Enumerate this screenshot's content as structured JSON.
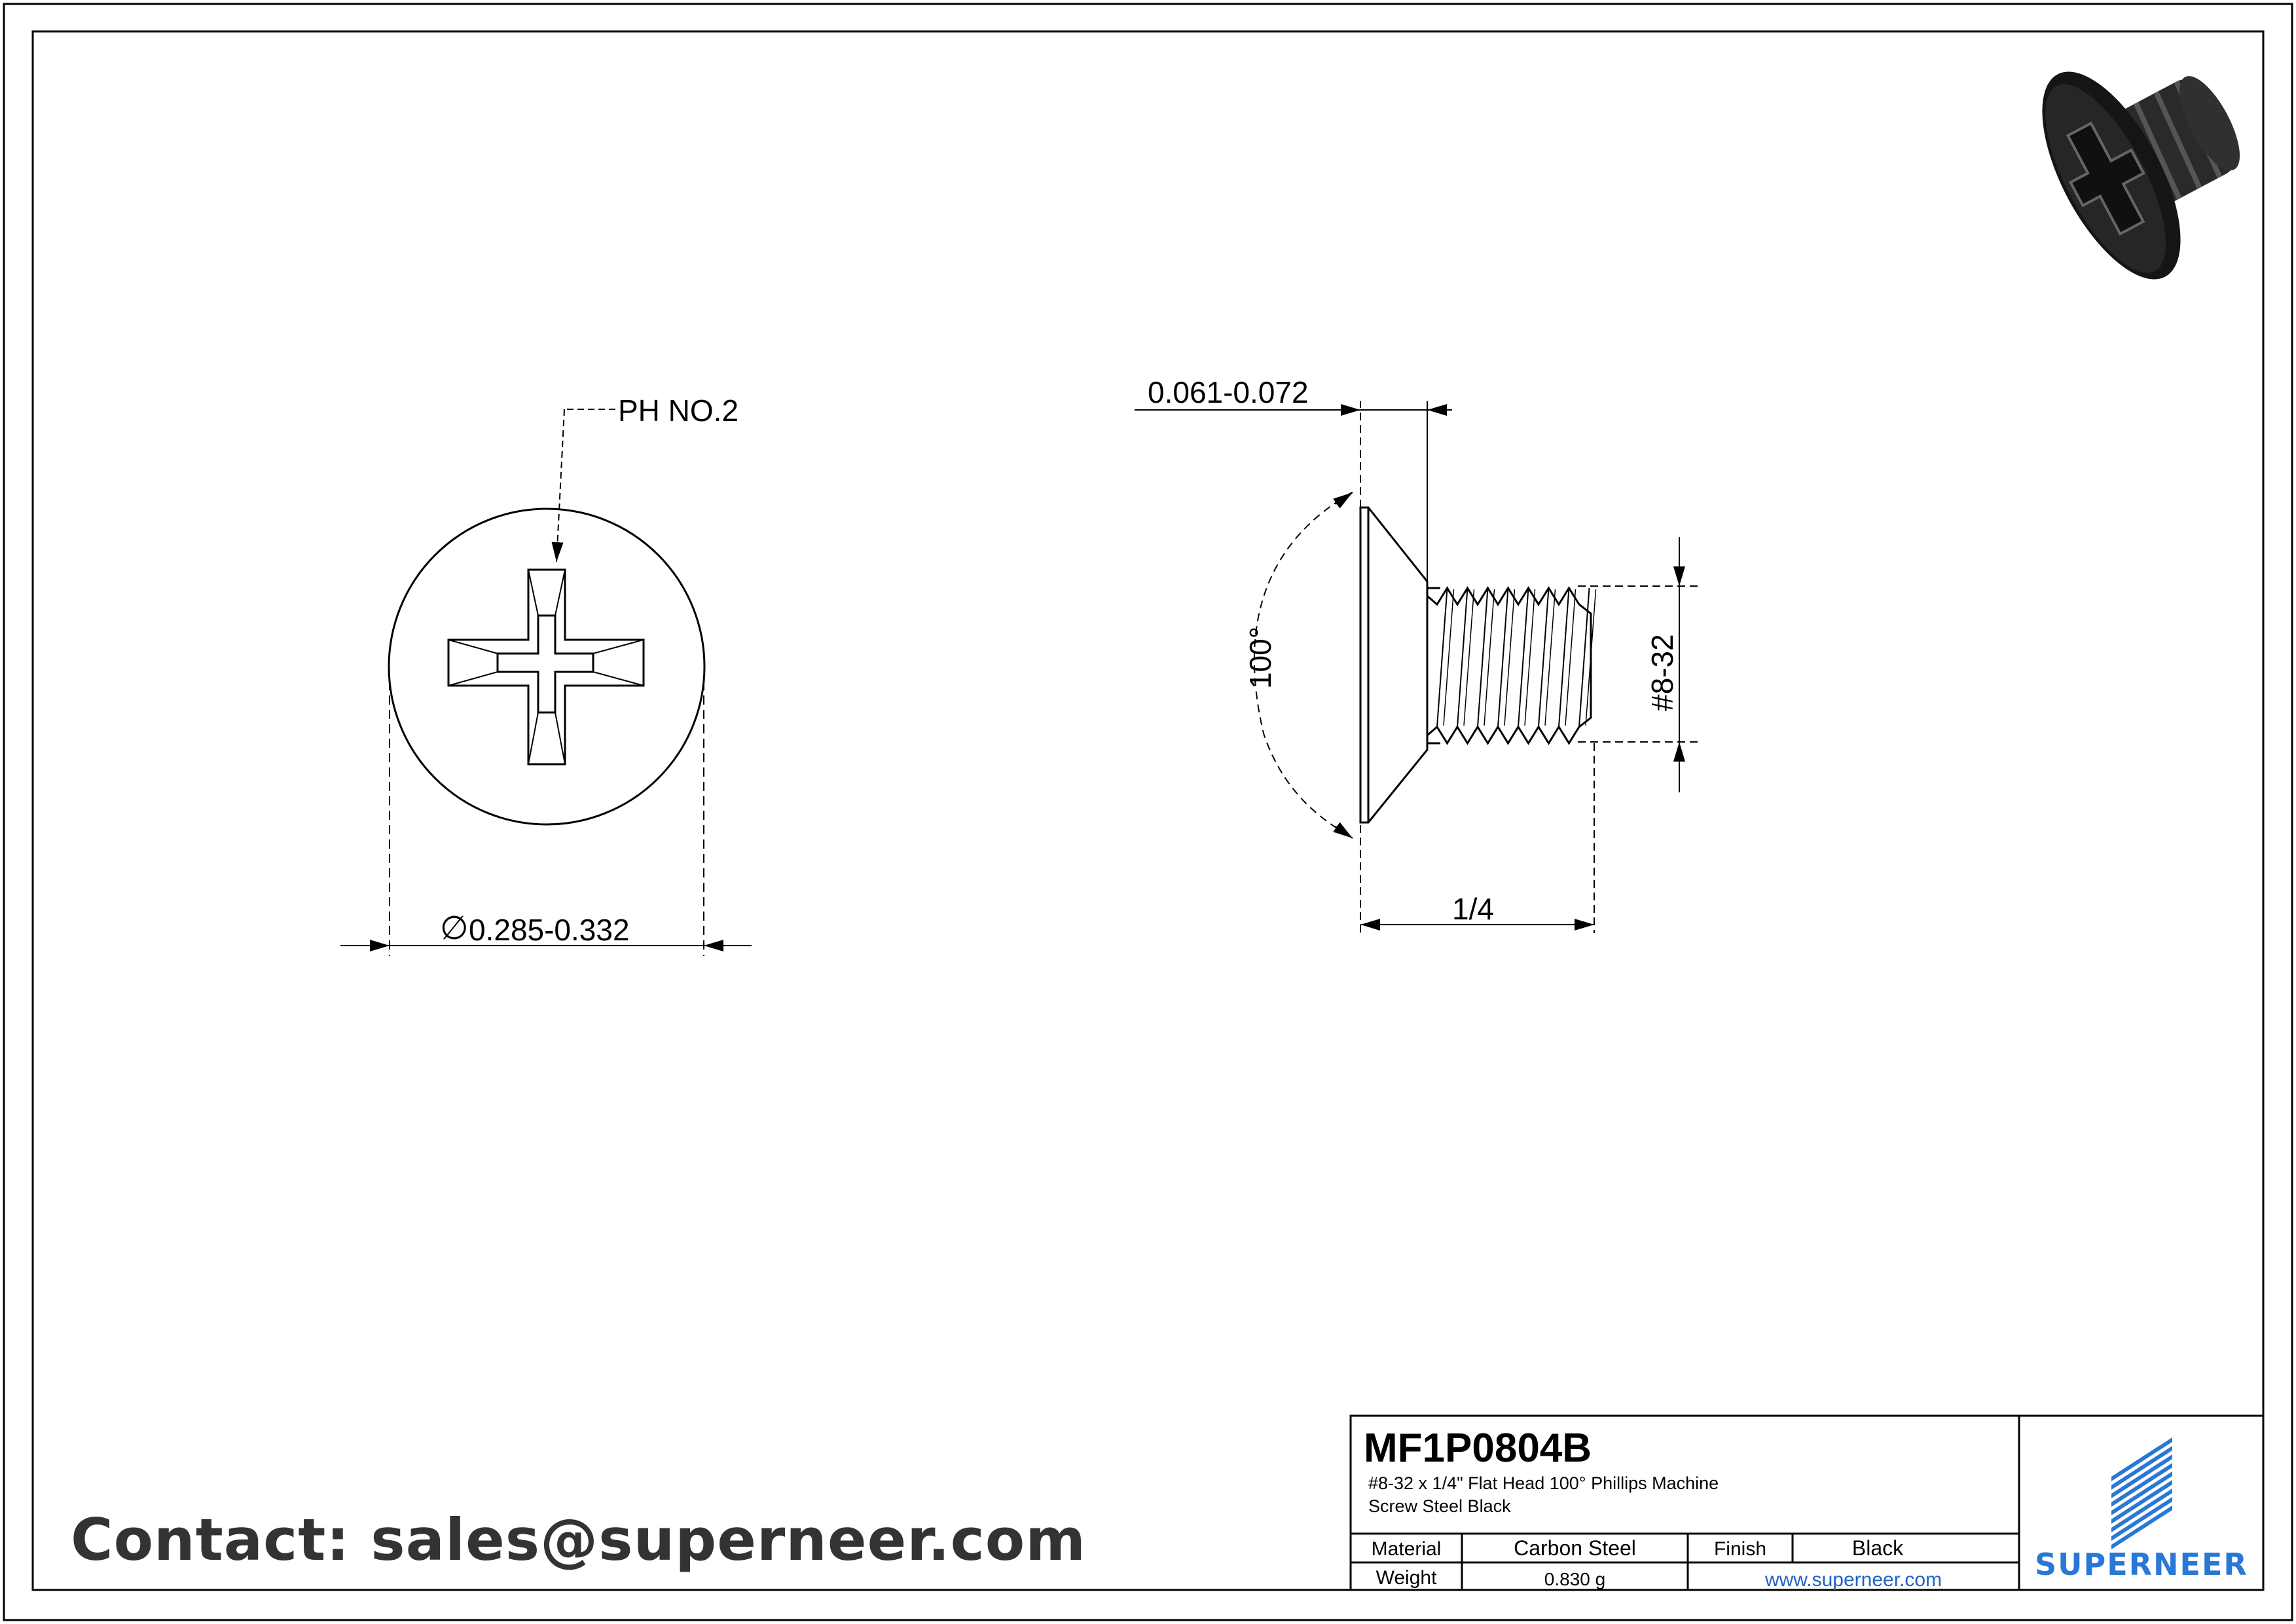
{
  "drawing": {
    "head_view": {
      "drive_label": "PH NO.2",
      "diameter_symbol": "∅",
      "diameter_label": "0.285-0.332"
    },
    "side_view": {
      "head_height_label": "0.061-0.072",
      "angle_label": "100°",
      "thread_label": "#8-32",
      "length_label": "1/4"
    }
  },
  "contact": {
    "text": "Contact: sales@superneer.com"
  },
  "title_block": {
    "part_number": "MF1P0804B",
    "description_line1": "#8-32 x 1/4\" Flat Head 100° Phillips Machine",
    "description_line2": "Screw Steel Black",
    "material_label": "Material",
    "material_value": "Carbon Steel",
    "finish_label": "Finish",
    "finish_value": "Black",
    "weight_label": "Weight",
    "weight_value": "0.830 g",
    "website": "www.superneer.com",
    "brand": "SUPERNEER"
  },
  "colors": {
    "line": "#000000",
    "brand_blue": "#2a78d6",
    "link_blue": "#1f63c8",
    "contact_text": "#333333"
  }
}
